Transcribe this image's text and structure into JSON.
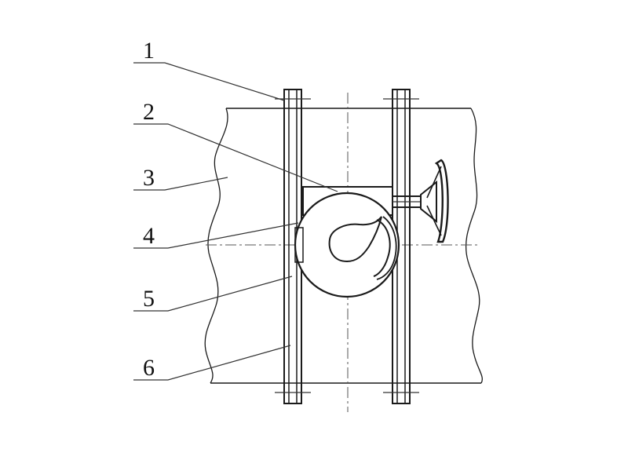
{
  "diagram": {
    "callouts": [
      {
        "id": 1,
        "label": "1"
      },
      {
        "id": 2,
        "label": "2"
      },
      {
        "id": 3,
        "label": "3"
      },
      {
        "id": 4,
        "label": "4"
      },
      {
        "id": 5,
        "label": "5"
      },
      {
        "id": 6,
        "label": "6"
      }
    ],
    "colors": {
      "line": "#1a1a1a",
      "background": "#ffffff"
    }
  }
}
